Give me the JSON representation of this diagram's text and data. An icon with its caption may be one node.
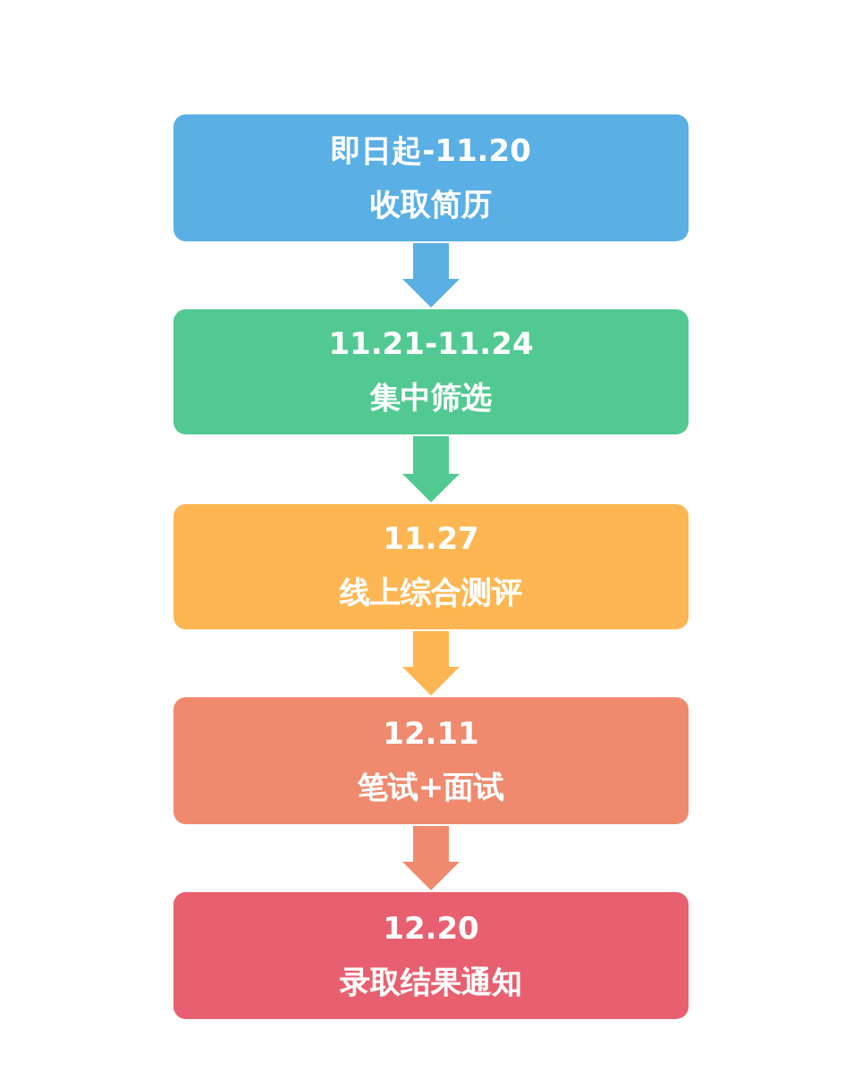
{
  "diagram": {
    "nodes": [
      {
        "text": [
          "即日起-11.20",
          "收取简历"
        ]
      },
      {
        "text": [
          "11.21-11.24",
          "集中筛选"
        ]
      },
      {
        "text": [
          "11.27",
          "线上综合测评"
        ]
      },
      {
        "text": [
          "12.11",
          "笔试+面试"
        ]
      },
      {
        "text": [
          "12.20",
          "录取结果通知"
        ]
      }
    ],
    "edges": [
      {
        "from": 0,
        "to": 1,
        "arrow": "to",
        "color": "#5aafe4"
      },
      {
        "from": 1,
        "to": 2,
        "arrow": "to",
        "color": "#52c992"
      },
      {
        "from": 2,
        "to": 3,
        "arrow": "to",
        "color": "#fdb651"
      },
      {
        "from": 3,
        "to": 4,
        "arrow": "to",
        "color": "#ef8a6f"
      }
    ]
  }
}
